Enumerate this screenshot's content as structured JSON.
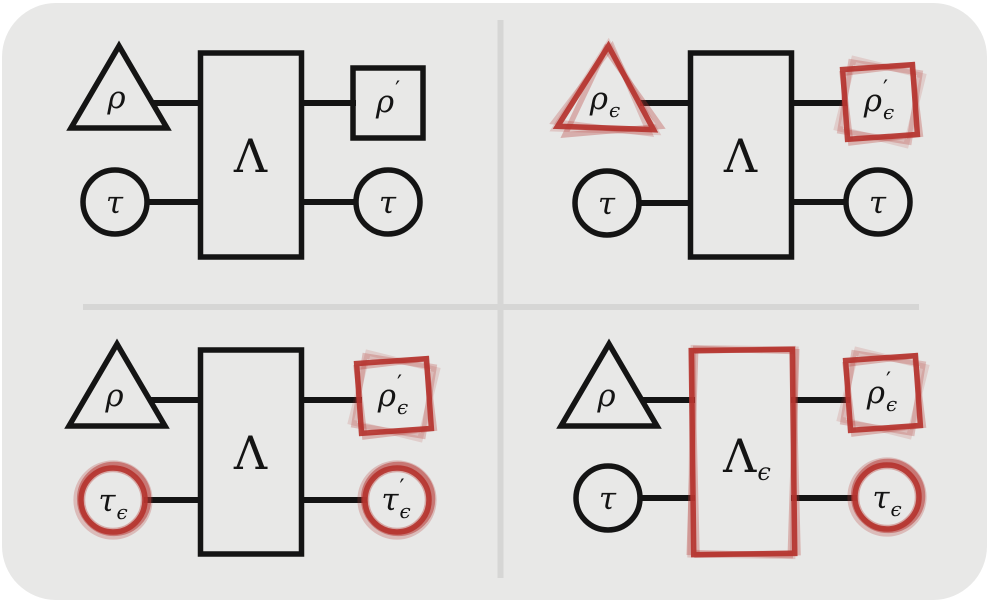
{
  "colors": {
    "page_bg": "#ffffff",
    "panel_bg": "#e8e8e7",
    "divider": "#d6d6d5",
    "ink": "#141414",
    "noise_red": "#b5342f"
  },
  "quadrants": {
    "top_left": {
      "labels": {
        "rho_in": {
          "base": "ρ",
          "prime": "",
          "sub": ""
        },
        "channel": {
          "base": "Λ",
          "prime": "",
          "sub": ""
        },
        "rho_out": {
          "base": "ρ",
          "prime": "′",
          "sub": ""
        },
        "tau_in": {
          "base": "τ",
          "prime": "",
          "sub": ""
        },
        "tau_out": {
          "base": "τ",
          "prime": "",
          "sub": ""
        }
      },
      "noisy": {
        "rho_in": false,
        "channel": false,
        "rho_out": false,
        "tau_in": false,
        "tau_out": false
      }
    },
    "top_right": {
      "labels": {
        "rho_in": {
          "base": "ρ",
          "prime": "",
          "sub": "ϵ"
        },
        "channel": {
          "base": "Λ",
          "prime": "",
          "sub": ""
        },
        "rho_out": {
          "base": "ρ",
          "prime": "′",
          "sub": "ϵ"
        },
        "tau_in": {
          "base": "τ",
          "prime": "",
          "sub": ""
        },
        "tau_out": {
          "base": "τ",
          "prime": "",
          "sub": ""
        }
      },
      "noisy": {
        "rho_in": true,
        "channel": false,
        "rho_out": true,
        "tau_in": false,
        "tau_out": false
      }
    },
    "bottom_left": {
      "labels": {
        "rho_in": {
          "base": "ρ",
          "prime": "",
          "sub": ""
        },
        "channel": {
          "base": "Λ",
          "prime": "",
          "sub": ""
        },
        "rho_out": {
          "base": "ρ",
          "prime": "′",
          "sub": "ϵ"
        },
        "tau_in": {
          "base": "τ",
          "prime": "",
          "sub": "ϵ"
        },
        "tau_out": {
          "base": "τ",
          "prime": "′",
          "sub": "ϵ"
        }
      },
      "noisy": {
        "rho_in": false,
        "channel": false,
        "rho_out": true,
        "tau_in": true,
        "tau_out": true
      }
    },
    "bottom_right": {
      "labels": {
        "rho_in": {
          "base": "ρ",
          "prime": "",
          "sub": ""
        },
        "channel": {
          "base": "Λ",
          "prime": "",
          "sub": "ϵ"
        },
        "rho_out": {
          "base": "ρ",
          "prime": "′",
          "sub": "ϵ"
        },
        "tau_in": {
          "base": "τ",
          "prime": "",
          "sub": ""
        },
        "tau_out": {
          "base": "τ",
          "prime": "",
          "sub": "ϵ"
        }
      },
      "noisy": {
        "rho_in": false,
        "channel": true,
        "rho_out": true,
        "tau_in": false,
        "tau_out": true
      }
    }
  }
}
